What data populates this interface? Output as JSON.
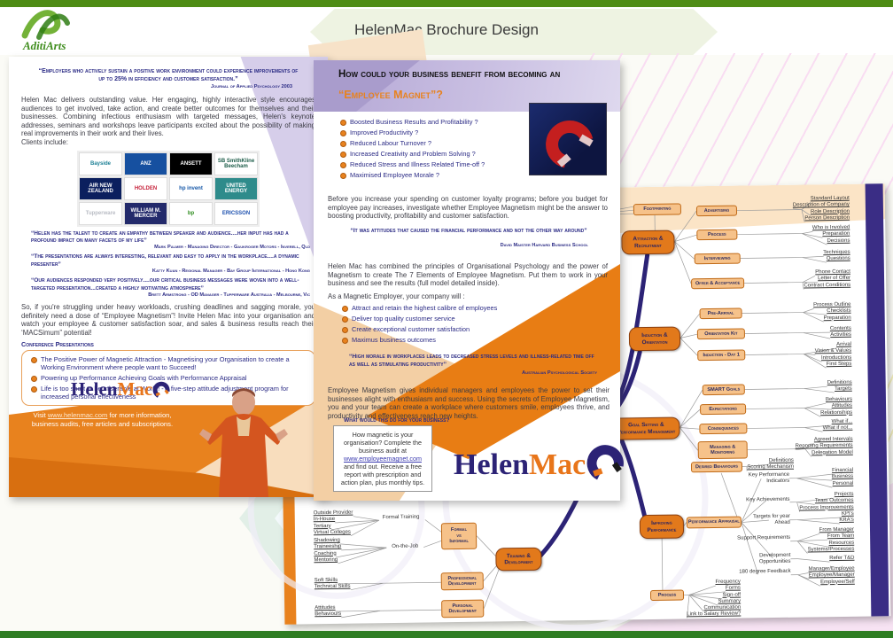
{
  "header": {
    "logo_text": "AditiArts",
    "title": "HelenMac Brochure Design"
  },
  "colors": {
    "accent_orange": "#e8821e",
    "brand_indigo": "#2c2376",
    "bar_green_top": "#4e8c15",
    "bar_green_bottom": "#2f7d23",
    "quote_navy": "#2b2b85"
  },
  "left_page": {
    "quote1": "“Employers who actively sustain a positive work environment could experience improvements of up to 25% in efficiency and customer satisfaction.”",
    "quote1_attr": "Journal of Applied Psychology  2003",
    "intro": "Helen Mac delivers outstanding value. Her engaging, highly interactive style encourages audiences to get involved, take action, and create better outcomes for themselves and their businesses. Combining infectious enthusiasm with targeted messages, Helen's keynote addresses, seminars and workshops leave participants excited about the possibility of making real improvements in their work and their lives.",
    "clients_label": "Clients include:",
    "client_logos": [
      {
        "label": "Bayside",
        "bg": "#ffffff",
        "fg": "#1b7f95"
      },
      {
        "label": "ANZ",
        "bg": "#1650a0",
        "fg": "#ffffff"
      },
      {
        "label": "ANSETT",
        "bg": "#000000",
        "fg": "#ffffff"
      },
      {
        "label": "SB SmithKline Beecham",
        "bg": "#ffffff",
        "fg": "#1c5c48"
      },
      {
        "label": "AIR NEW ZEALAND",
        "bg": "#0b1f5e",
        "fg": "#ffffff"
      },
      {
        "label": "HOLDEN",
        "bg": "#ffffff",
        "fg": "#c6213a"
      },
      {
        "label": "hp invent",
        "bg": "#ffffff",
        "fg": "#1557a8"
      },
      {
        "label": "UNITED ENERGY",
        "bg": "#2e8b8b",
        "fg": "#ffffff"
      },
      {
        "label": "Tupperware",
        "bg": "#ffffff",
        "fg": "#b9bcc4"
      },
      {
        "label": "WILLIAM M. MERCER",
        "bg": "#232a6b",
        "fg": "#ffffff"
      },
      {
        "label": "bp",
        "bg": "#ffffff",
        "fg": "#2e8c1e"
      },
      {
        "label": "ERICSSON",
        "bg": "#ffffff",
        "fg": "#1b4fae"
      }
    ],
    "testimonials": [
      {
        "quote": "“Helen has the talent to create an empathy between speaker and audience....her input has had a profound impact on many facets of my life”",
        "attr": "Mark Palmer - Managing Director - Gaukroger Motors - Inverell, Qld"
      },
      {
        "quote": "“The presentations are always interesting, relevant and easy to apply in the workplace....a dynamic presenter”",
        "attr": "Katty Kuan - Regional Manager - Bay Group International - Hong Kong"
      },
      {
        "quote": "“Our audiences responded very positively....our critical business messages were woven into a well-targeted presentation...created a highly motivating atmosphere”",
        "attr": "Brett Armstrong - OD Manager - Tupperware Australia - Melbourne, Vic"
      }
    ],
    "summary": "So, if you're struggling under heavy workloads, crushing deadlines and sagging morale, you definitely need a dose of “Employee Magnetism”! Invite Helen Mac into your organisation and watch your employee & customer satisfaction soar, and sales & business results reach their ‘MACSimum” potential!",
    "conference_heading": "Conference Presentations",
    "conference_items": [
      "The Positive Power of Magnetic Attraction - Magnetising  your Organisation to create a Working  Environment where people want to Succeed!",
      "Powering up Performance  Achieving Goals with Performance Appraisal",
      "Life is too short to be miserable at Work ! - A five-step attitude adjustment program for increased personal effectiveness"
    ],
    "brand_helen": "Helen",
    "brand_mac": "Mac",
    "footer_pre": "Visit ",
    "footer_link": "www.helenmac.com",
    "footer_post": " for more information, business audits, free articles and subscriptions."
  },
  "middle_page": {
    "heading_line1": "How could your business benefit from becoming an",
    "heading_line2": "“Employee Magnet”?",
    "benefit_bullets": [
      "Boosted Business Results and Profitability ?",
      "Improved Productivity ?",
      "Reduced Labour Turnover ?",
      "Increased Creativity and Problem Solving ?",
      "Reduced Stress and Illness Related Time-off ?",
      "Maximised Employee Morale ?"
    ],
    "para1": "Before you increase your spending on customer loyalty programs; before you budget for employee pay increases, investigate whether Employee Magnetism might be the answer to boosting productivity, profitability and customer satisfaction.",
    "quote1": "“It was attitudes that caused the financial performance and not the other way around”",
    "quote1_attr": "David Maister  Harvard Business School",
    "para2": "Helen Mac has combined the principles of Organisational Psychology and the power of Magnetism to create The 7 Elements of Employee Magnetism. Put them to work in your business and see the results (full model detailed inside).",
    "magnetic_lead": "As a Magnetic Employer, your company will :",
    "magnetic_bullets": [
      "Attract and retain the highest calibre of employees",
      "Deliver top quality customer service",
      "Create exceptional customer satisfaction",
      "Maximus business outcomes"
    ],
    "quote2": "“High morale in workplaces leads to decreased stress levels and  illness-related time off as well as stimulating productivity”",
    "quote2_attr": "Australian Psychological Society",
    "para3": "Employee Magnetism gives individual managers and employees the power to set their businesses alight with enthusiasm and success.   Using the secrets of Employee Magnetism, you and your team can create a workplace where customers smile, employees thrive, and productivity and effectiveness reach new heights.",
    "question": "What would this do for your business?",
    "audit_line1": "How magnetic is your organisation? Complete the business audit at",
    "audit_link": "www.employeemagnet.com",
    "audit_line2": "and find out.  Receive a free report with prescription and action plan, plus monthly tips.",
    "brand_helen": "Helen",
    "brand_mac": "Mac"
  },
  "mindmap": {
    "nodes": {
      "footprinting": "Footprinting",
      "attraction": "Attraction &\nRecruitment",
      "induction": "Induction &\nOrientation",
      "goal": "Goal Setting &\nPerformance Management",
      "improving": "Improving\nPerformance",
      "training": "Training &\nDevelopment",
      "advertising": "Advertising",
      "process": "Process",
      "interviewing": "Interviewing",
      "offer": "Offer & Acceptance",
      "prearrival": "Pre-Arrival",
      "orientkit": "Orientation Kit",
      "inductionday": "Induction - Day 1",
      "smart": "SMART Goals",
      "expectations": "Expectations",
      "consequences": "Consequences",
      "managing": "Managing &\nMonitoring",
      "desired": "Desired Behaviours",
      "appraisal": "Performance Appraisal",
      "processb": "Process",
      "fvi": "Formal\nvs\nInformal",
      "prof": "Professional\nDevelopment",
      "pers": "Personal\nDevelopment",
      "formal_training": "Formal Training",
      "on_the_job": "On-the-Job",
      "kpi": "Key Performance\nIndicators",
      "keyach": "Key Achievements",
      "targets": "Targets for  year\nAhead",
      "support": "Support Requirements",
      "devopp": "Development\nOpportunities",
      "one80": "180 degree Feedback"
    },
    "leaves": {
      "adv": [
        "Standard Layout",
        "Description of Company",
        "Role Description",
        "Person Description"
      ],
      "proc": [
        "Who is Involved",
        "Preparation",
        "Decisions"
      ],
      "int": [
        "Techniques",
        "Questions"
      ],
      "off": [
        "Phone Contact",
        "Letter of Offer",
        "Contract Conditions"
      ],
      "pre": [
        "Process Outline",
        "Checklists",
        "Preparation"
      ],
      "okit": [
        "Contents",
        "Activities"
      ],
      "iday": [
        "Arrival",
        "Vision & Values",
        "Introductions",
        "First Steps"
      ],
      "smart": [
        "Definitions",
        "Targets"
      ],
      "exp": [
        "Behaviours",
        "Attitudes",
        "Relationships"
      ],
      "con": [
        "What if...",
        "What if not..."
      ],
      "man": [
        "Agreed Intervals",
        "Reporting Requirements",
        "Delegation Model"
      ],
      "des": [
        "Definitions",
        "Scoring Mechanism"
      ],
      "kpi": [
        "Financial",
        "Business",
        "Personal"
      ],
      "ka": [
        "Projects",
        "Team Outcomes",
        "Process Improvements"
      ],
      "tg": [
        "KPI's",
        "KRA's"
      ],
      "sup": [
        "From Manager",
        "From Team",
        "Resources",
        "Systems/Processes"
      ],
      "dev": [
        "Refer T&D"
      ],
      "one80": [
        "Manager/Employee",
        "Employee/Manager",
        "Employee/Self"
      ],
      "procb": [
        "Frequency",
        "Forms",
        "Sign-off",
        "Summary",
        "Communication",
        "Link to Salary Review?"
      ],
      "formal": [
        "Outside Provider",
        "In-House",
        "Tertiary",
        "Virtual Colleges"
      ],
      "otj": [
        "Shadowing",
        "Traineeship",
        "Coaching",
        "Mentoring"
      ],
      "profl": [
        "Soft Skills",
        "Technical Skills"
      ],
      "persl": [
        "Attitudes",
        "Behaviours"
      ]
    }
  }
}
